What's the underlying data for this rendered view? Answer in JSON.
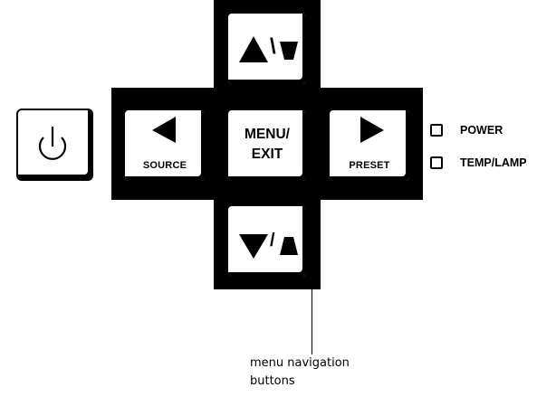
{
  "keypad": {
    "power_key_icon": "power-symbol-icon",
    "up_key": {
      "left_glyph": "▲",
      "separator": "\\",
      "right_glyph": "keystone-up-trapezoid"
    },
    "left_key": {
      "glyph": "◀",
      "label": "SOURCE"
    },
    "center_key": {
      "line1": "MENU/",
      "line2": "EXIT"
    },
    "right_key": {
      "glyph": "▶",
      "label": "PRESET"
    },
    "down_key": {
      "left_glyph": "▼",
      "separator": "/",
      "right_glyph": "keystone-down-trapezoid"
    }
  },
  "indicators": [
    {
      "label": "POWER"
    },
    {
      "label": "TEMP/LAMP"
    }
  ],
  "caption": {
    "line1": "menu navigation",
    "line2": "buttons"
  },
  "colors": {
    "ink": "#000000",
    "background": "#ffffff"
  }
}
